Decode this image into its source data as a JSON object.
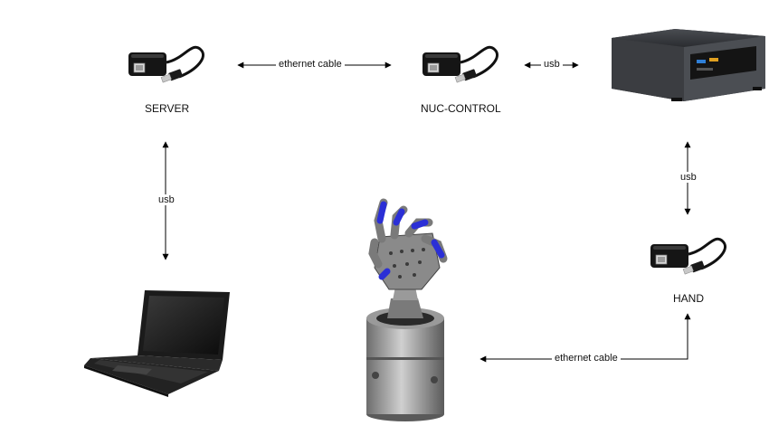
{
  "nodes": {
    "server": {
      "label": "SERVER",
      "icon": "usb-ethernet-adapter-icon"
    },
    "nuc_control": {
      "label": "NUC-CONTROL",
      "icon": "usb-ethernet-adapter-icon"
    },
    "hand": {
      "label": "HAND",
      "icon": "usb-ethernet-adapter-icon"
    },
    "nuc_pc": {
      "icon": "mini-pc-icon"
    },
    "laptop": {
      "icon": "laptop-icon"
    },
    "robot_hand": {
      "icon": "robot-hand-icon"
    }
  },
  "edges": {
    "server_nuc": {
      "label": "ethernet cable"
    },
    "nuc_pc": {
      "label": "usb"
    },
    "server_laptop": {
      "label": "usb"
    },
    "pc_hand": {
      "label": "usb"
    },
    "hand_robot": {
      "label": "ethernet cable"
    }
  },
  "colors": {
    "accent_blue": "#2b2fd6",
    "metal": "#8a8a8a",
    "dark": "#1a1a1a"
  }
}
